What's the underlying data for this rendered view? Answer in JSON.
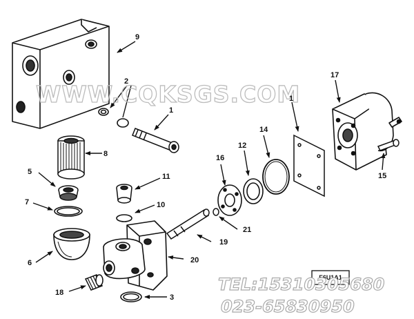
{
  "callouts": [
    "9",
    "2",
    "1",
    "8",
    "5",
    "7",
    "6",
    "11",
    "10",
    "18",
    "3",
    "20",
    "19",
    "21",
    "16",
    "12",
    "14",
    "17",
    "15"
  ],
  "watermark": "WWW.CQKSGS.COM",
  "contact": {
    "tel": "TEL:15310305680",
    "phone": "023-65830950"
  },
  "figure_label": "F6U1A1"
}
